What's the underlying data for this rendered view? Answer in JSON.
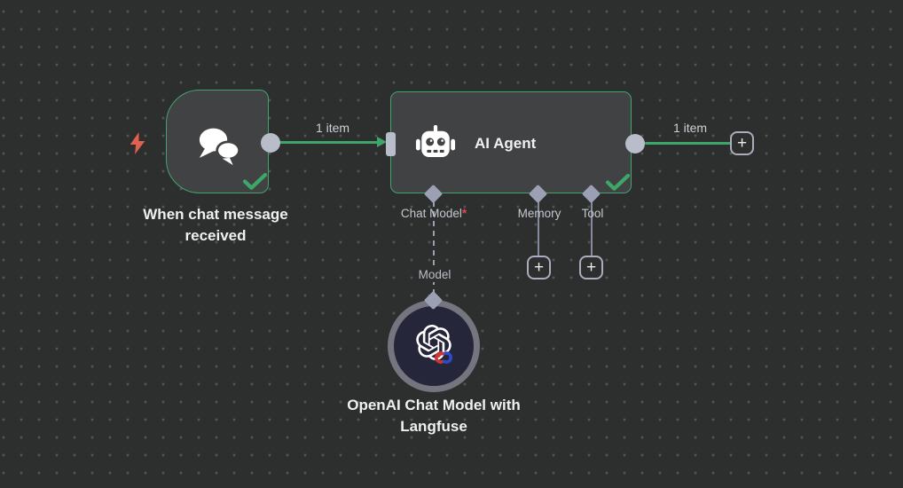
{
  "canvas": {
    "background": "#2d2e2e",
    "dot_color": "#525454"
  },
  "colors": {
    "node_fill": "#414244",
    "success_green": "#3fa66b",
    "connector_gray": "#b9bdc9",
    "diamond_gray": "#9ba0b4",
    "text_primary": "#eef0f2",
    "text_secondary": "#c4c8cf",
    "required_red": "#e5484d",
    "trigger_bolt_orange": "#e0614e",
    "openai_node_fill": "#26263a",
    "openai_ring_gray": "#75757f",
    "langfuse_red": "#cf3535",
    "langfuse_blue": "#2d4bc9"
  },
  "nodes": {
    "trigger": {
      "label": "When chat message received",
      "icon": "chat-bubbles-icon",
      "status": "success"
    },
    "agent": {
      "title": "AI Agent",
      "icon": "robot-icon",
      "status": "success",
      "sub_inputs": [
        {
          "label": "Chat Model",
          "required": "*"
        },
        {
          "label": "Memory"
        },
        {
          "label": "Tool"
        }
      ]
    },
    "openai_model": {
      "label": "OpenAI Chat Model with Langfuse",
      "icon": "openai-logo"
    }
  },
  "connections": {
    "trigger_to_agent": {
      "label": "1 item"
    },
    "agent_to_next": {
      "label": "1 item"
    },
    "chat_model_link": {
      "label": "Model"
    }
  },
  "buttons": {
    "add_next_node": "+",
    "add_memory": "+",
    "add_tool": "+"
  }
}
